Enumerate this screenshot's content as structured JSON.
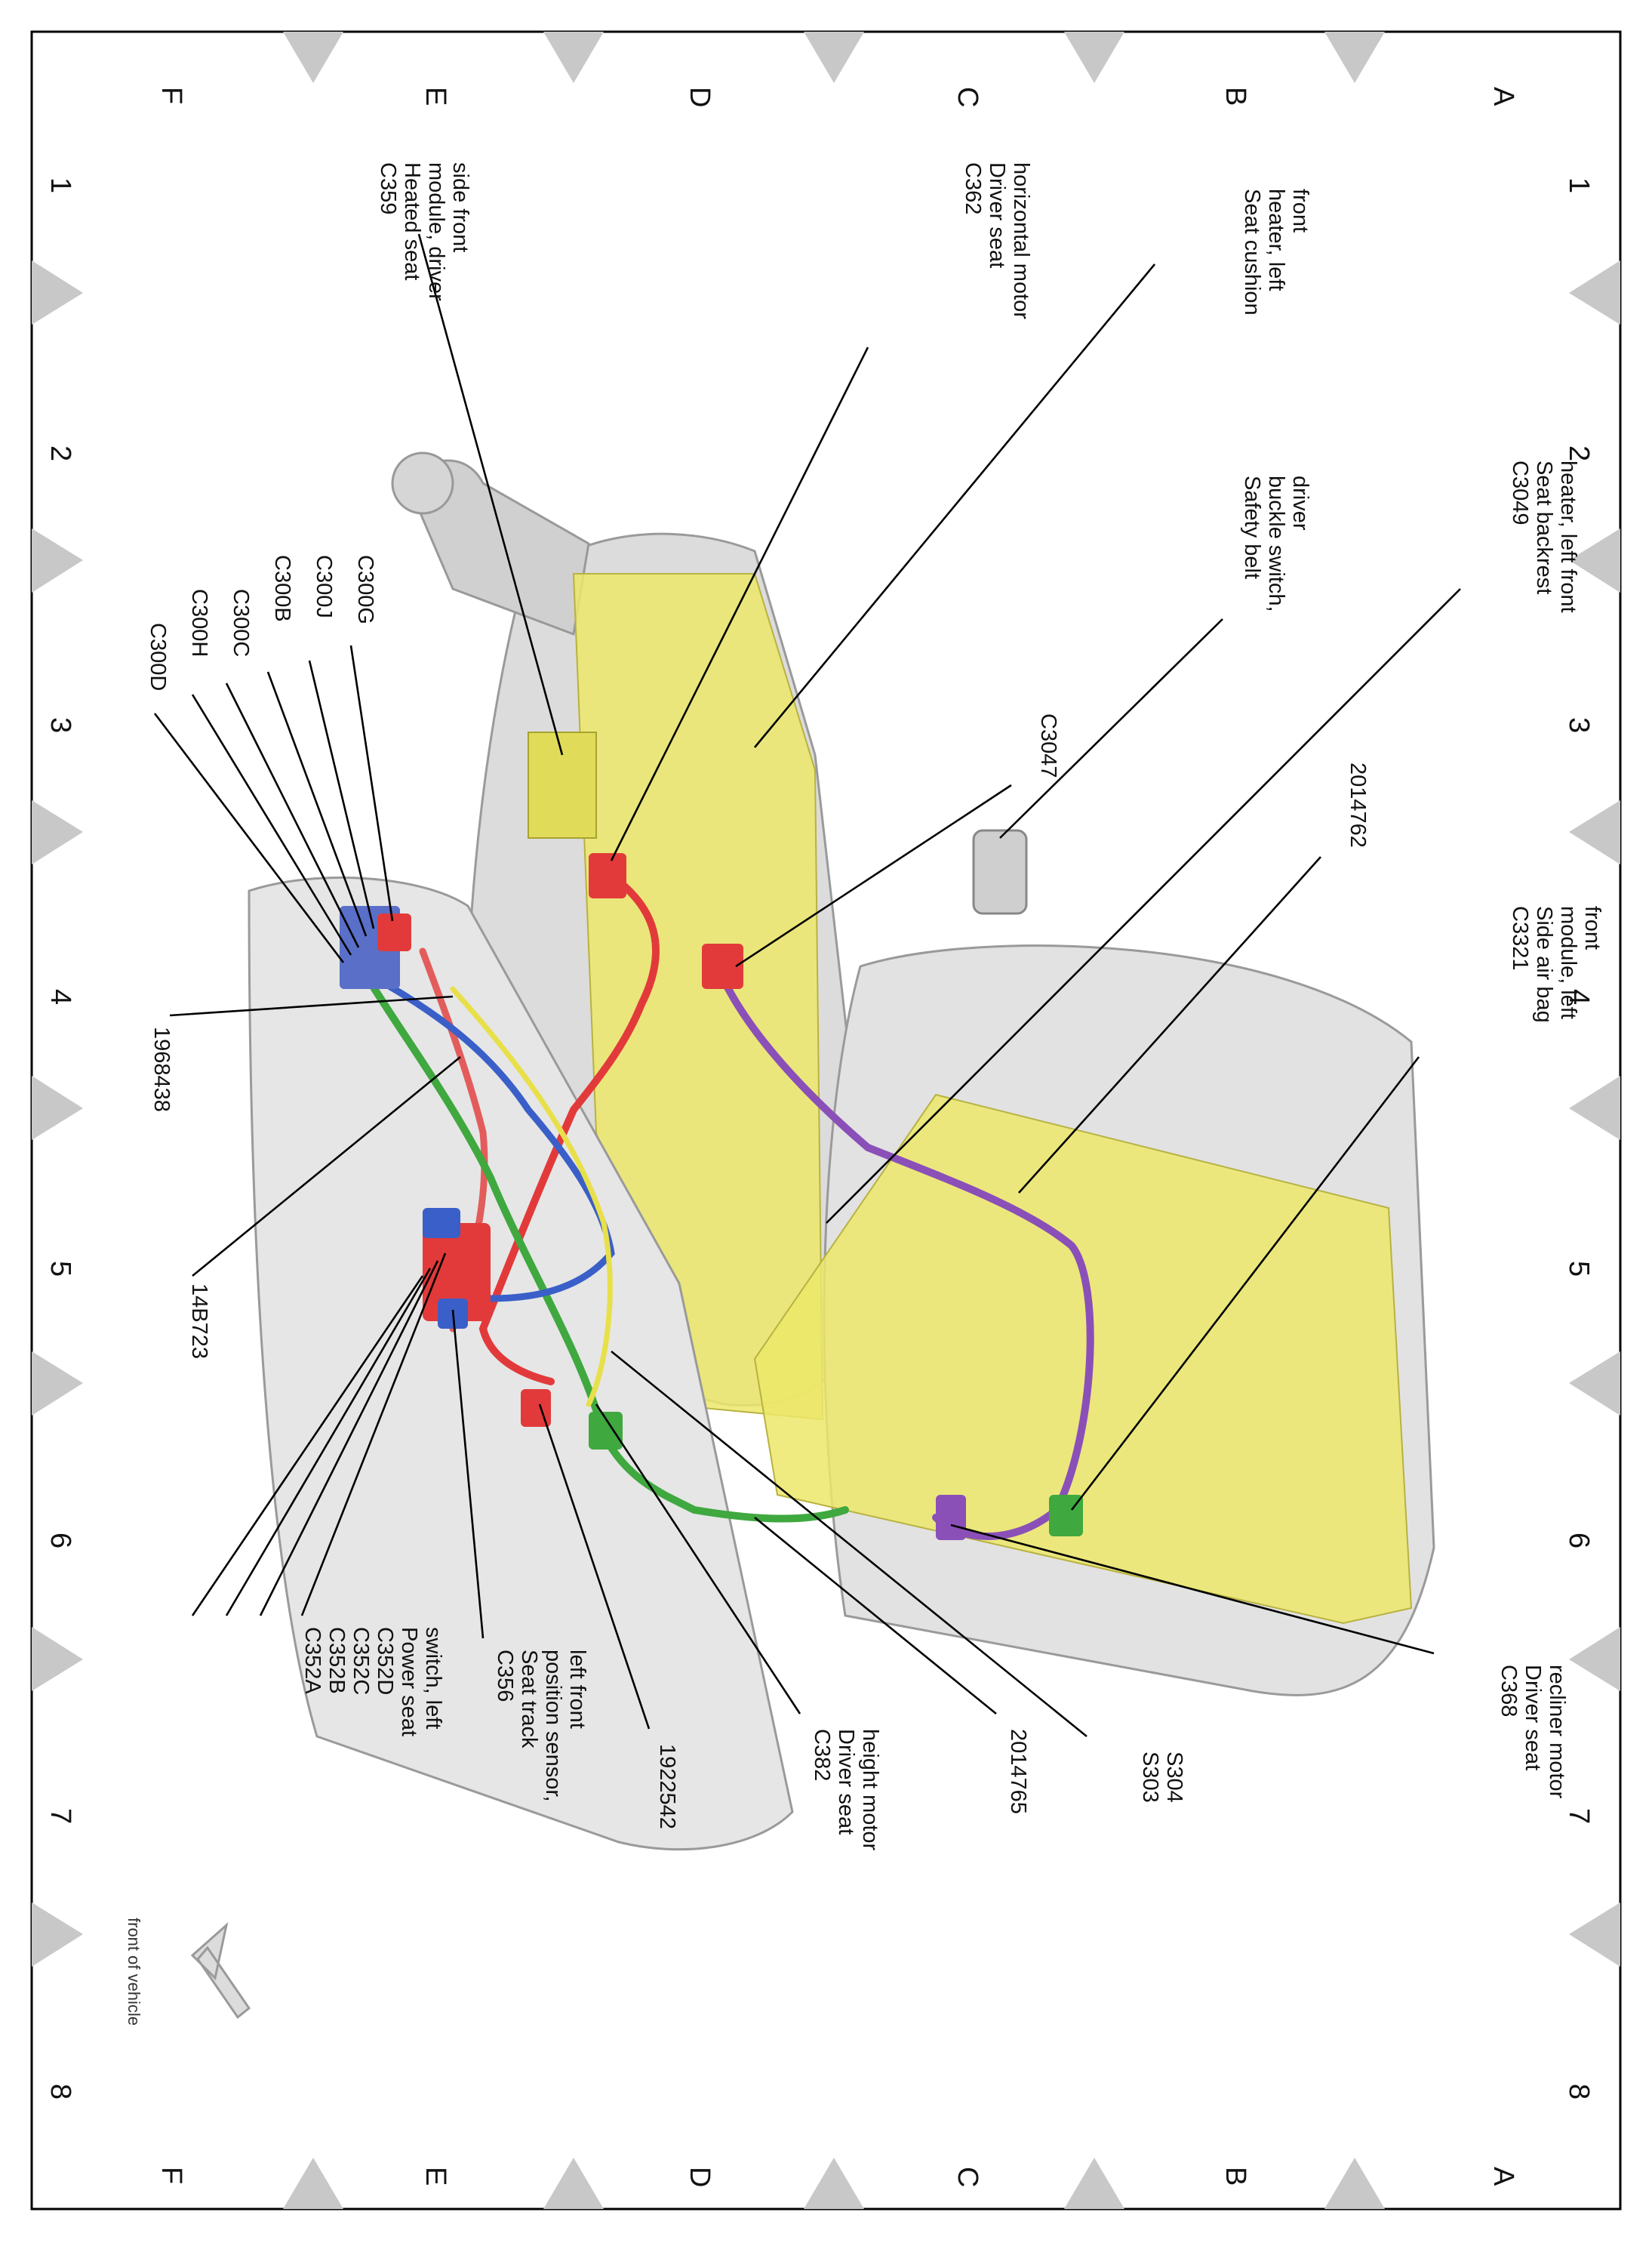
{
  "grid": {
    "rows": [
      "A",
      "B",
      "C",
      "D",
      "E",
      "F"
    ],
    "cols": [
      "1",
      "2",
      "3",
      "4",
      "5",
      "6",
      "7",
      "8"
    ]
  },
  "labels": {
    "c359": [
      "C359",
      "Heated seat",
      "module, driver",
      "side front"
    ],
    "c362": [
      "C362",
      "Driver seat",
      "horizontal motor"
    ],
    "seat_cushion": [
      "Seat cushion",
      "heater, left",
      "front"
    ],
    "safety_belt": [
      "Safety belt",
      "buckle switch,",
      "driver"
    ],
    "c3049": [
      "C3049",
      "Seat backrest",
      "heater, left front"
    ],
    "c3047": [
      "C3047"
    ],
    "n2014762": [
      "2014762"
    ],
    "c3321": [
      "C3321",
      "Side air bag",
      "module, left",
      "front"
    ],
    "c300g": [
      "C300G"
    ],
    "c300j": [
      "C300J"
    ],
    "c300b": [
      "C300B"
    ],
    "c300c": [
      "C300C"
    ],
    "c300h": [
      "C300H"
    ],
    "c300d": [
      "C300D"
    ],
    "n1968438": [
      "1968438"
    ],
    "n14b723": [
      "14B723"
    ],
    "c352": [
      "C352A",
      "C352B",
      "C352C",
      "C352D",
      "Power seat",
      "switch, left"
    ],
    "c356": [
      "C356",
      "Seat track",
      "position sensor,",
      "left front"
    ],
    "n1922542": [
      "1922542"
    ],
    "c382": [
      "C382",
      "Driver seat",
      "height motor"
    ],
    "n2014765": [
      "2014765"
    ],
    "s303": [
      "S303",
      "S304"
    ],
    "c368": [
      "C368",
      "Driver seat",
      "recliner motor"
    ]
  },
  "front_of_vehicle": "front of vehicle",
  "colors": {
    "frame": "#000000",
    "triangles": "#c8c8c8",
    "seat_shell": "#dcdcdc",
    "heater_pad": "#ece76a",
    "wire_red": "#e23a3a",
    "wire_green": "#3fa83f",
    "wire_blue": "#3a5fc8",
    "wire_purple": "#8a50b8",
    "wire_yellow": "#e8e04a"
  }
}
